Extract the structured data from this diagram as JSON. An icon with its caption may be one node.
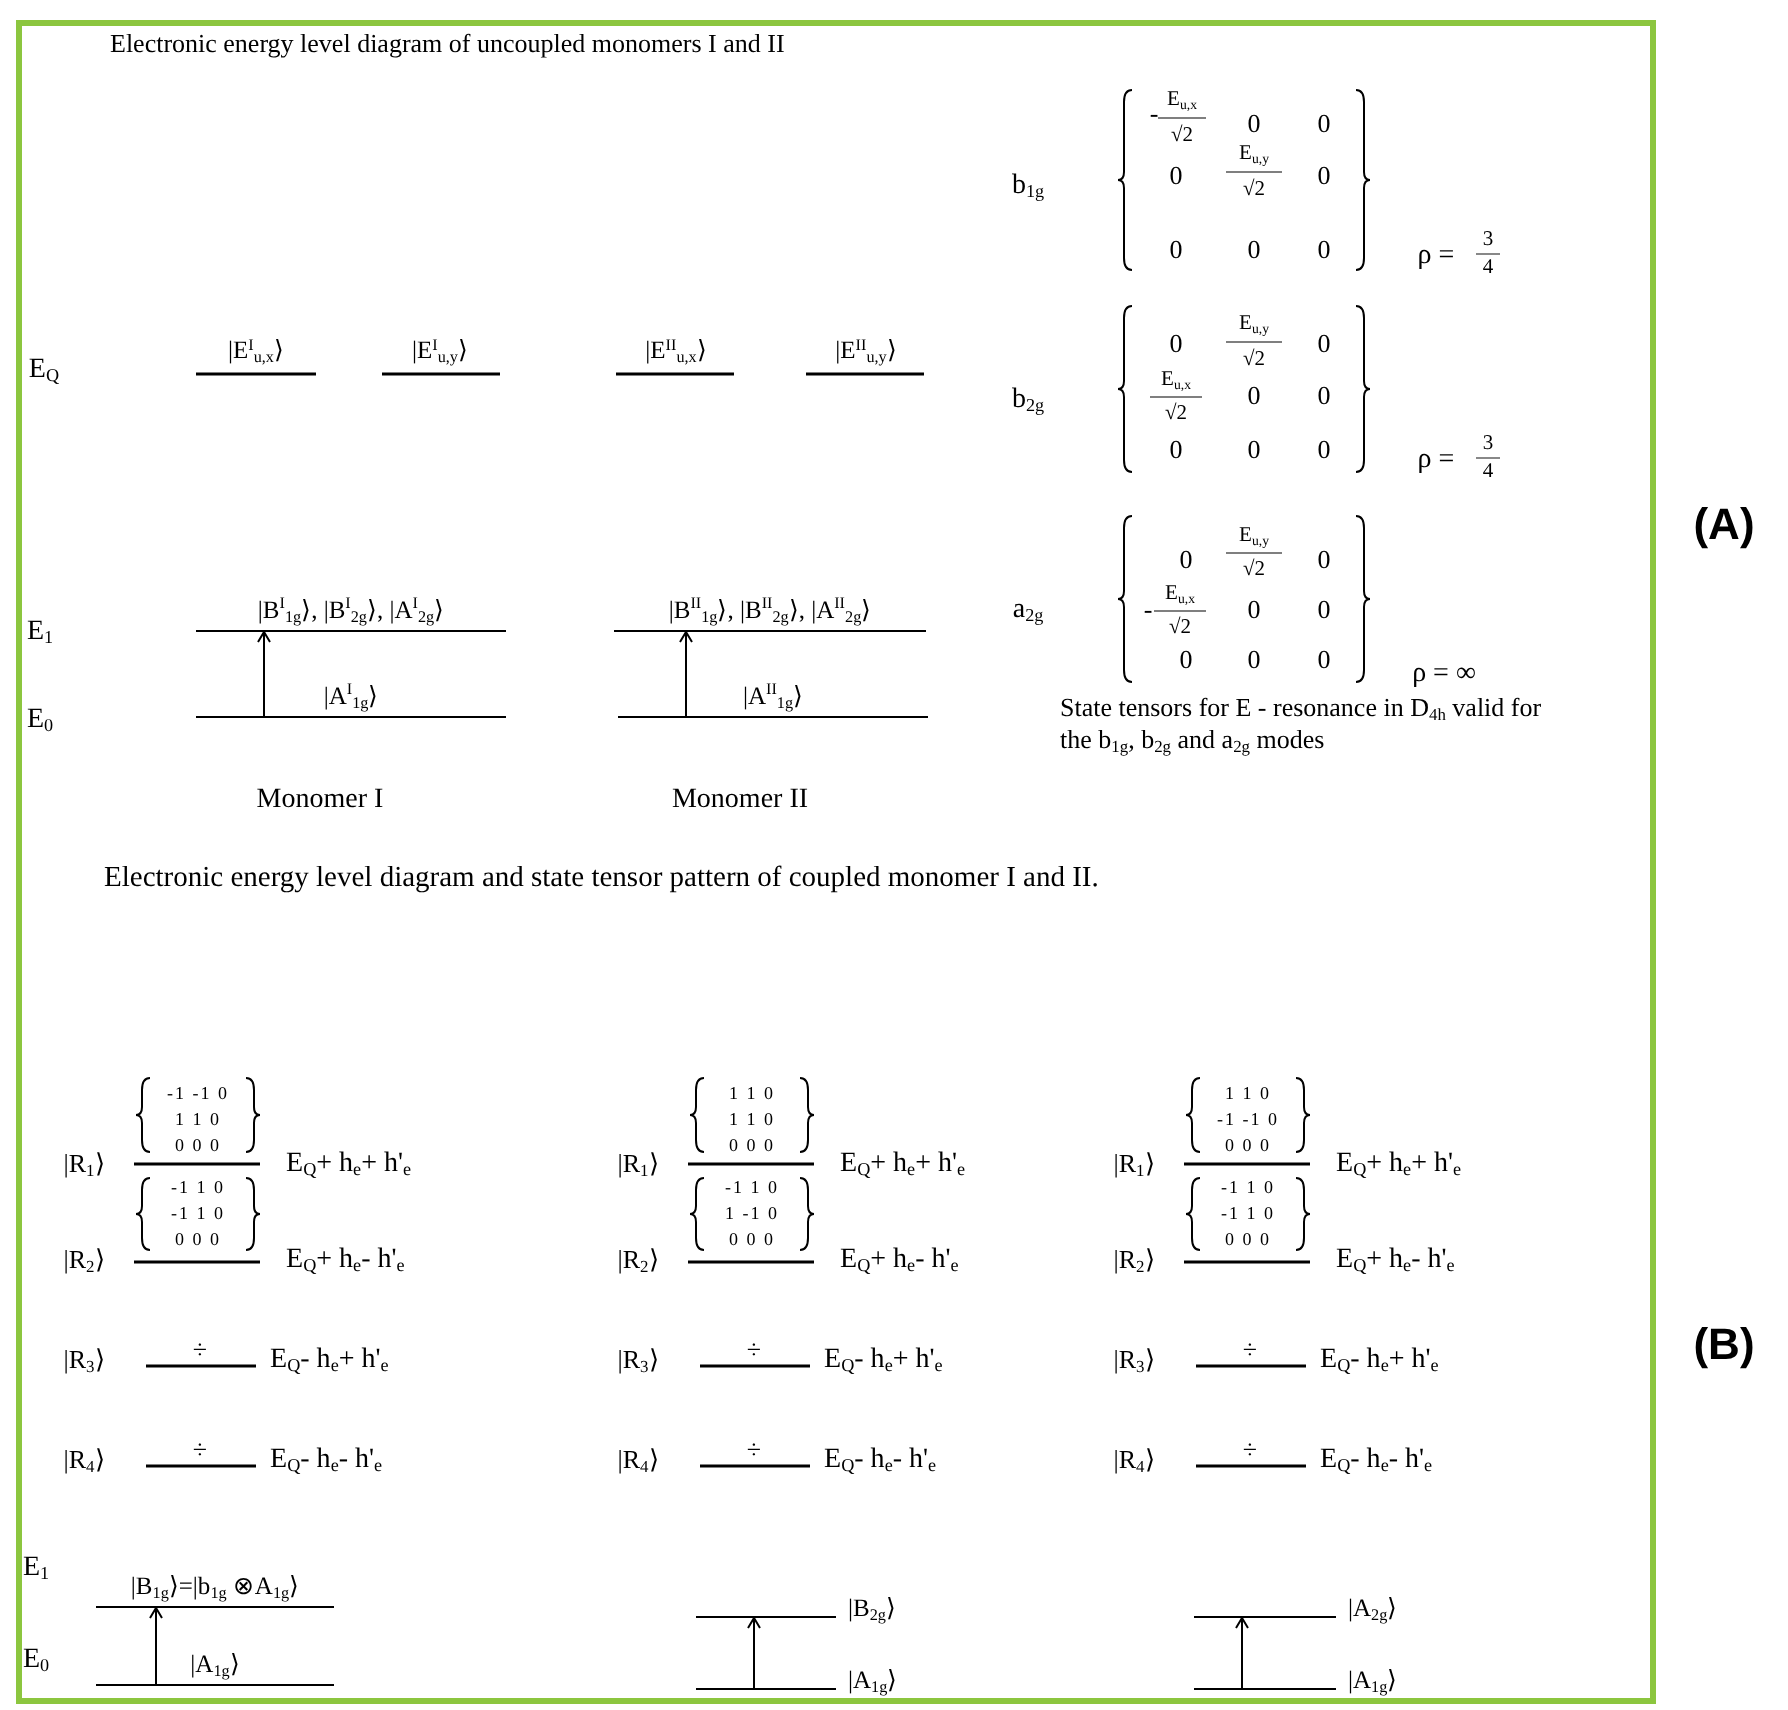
{
  "diagram": {
    "nodes": [
      {
        "text": [
          "|B$^{I}$$_{1g}$⟩, |B$^{I}$$_{2g}$⟩, |A$^{I}$$_{2g}$⟩"
        ]
      },
      {
        "text": [
          "|A$^{I}$$_{1g}$⟩"
        ]
      },
      {
        "text": [
          "|B$^{II}$$_{1g}$⟩, |B$^{II}$$_{2g}$⟩, |A$^{II}$$_{2g}$⟩"
        ]
      },
      {
        "text": [
          "|A$^{II}$$_{1g}$⟩"
        ]
      },
      {
        "text": [
          "|B$_{1g}$⟩=|b$_{1g}$ ⊗A$_{1g}$⟩"
        ]
      },
      {
        "text": [
          "|A$_{1g}$⟩"
        ]
      },
      {
        "text": [
          "|B$_{2g}$⟩"
        ]
      },
      {
        "text": [
          "|A$_{1g}$⟩"
        ]
      },
      {
        "text": [
          "|A$_{2g}$⟩"
        ]
      },
      {
        "text": [
          "|A$_{1g}$⟩"
        ]
      }
    ],
    "edges": [
      {
        "from": 1,
        "to": 0,
        "arrow": "to"
      },
      {
        "from": 3,
        "to": 2,
        "arrow": "to"
      },
      {
        "from": 5,
        "to": 4,
        "arrow": "to"
      },
      {
        "from": 7,
        "to": 6,
        "arrow": "to"
      },
      {
        "from": 9,
        "to": 8,
        "arrow": "to"
      }
    ],
    "labels": [
      "Electronic energy level diagram of uncoupled monomers I and II",
      "b$_{1g}$",
      "-",
      "E$_{u,x}$",
      "√2",
      "0",
      "0",
      "0",
      "E$_{u,y}$",
      "√2",
      "0",
      "0",
      "0",
      "0",
      "ρ =",
      "3",
      "4",
      "b$_{2g}$",
      "0",
      "E$_{u,y}$",
      "√2",
      "0",
      "E$_{u,x}$",
      "√2",
      "0",
      "0",
      "0",
      "0",
      "0",
      "ρ =",
      "3",
      "4",
      "a$_{2g}$",
      "0",
      "E$_{u,y}$",
      "√2",
      "0",
      "-",
      "E$_{u,x}$",
      "√2",
      "0",
      "0",
      "0",
      "0",
      "0",
      "ρ = ∞",
      "State tensors for E - resonance in D$_{4h}$ valid for the b$_{1g}$, b$_{2g}$ and a$_{2g}$ modes",
      "(A)",
      "E$_{Q}$",
      "|E$^{I}$$_{u,x}$⟩",
      "|E$^{I}$$_{u,y}$⟩",
      "|E$^{II}$$_{u,x}$⟩",
      "|E$^{II}$$_{u,y}$⟩",
      "E$_{1}$",
      "E$_{0}$",
      "Monomer I",
      "Monomer II",
      "Electronic energy level diagram and state tensor pattern of coupled monomer I and II.",
      "|R$_{1}$⟩",
      "-1 -1 0",
      "1 1 0",
      "0 0 0",
      "E$_{Q}$+ h$_{e}$+ h'$_{e}$",
      "|R$_{2}$⟩",
      "-1 1 0",
      "-1 1 0",
      "0 0 0",
      "E$_{Q}$+ h$_{e}$- h'$_{e}$",
      "|R$_{3}$⟩",
      "÷",
      "E$_{Q}$- h$_{e}$+ h'$_{e}$",
      "|R$_{4}$⟩",
      "÷",
      "E$_{Q}$- h$_{e}$- h'$_{e}$",
      "|R$_{1}$⟩",
      "1 1 0",
      "1 1 0",
      "0 0 0",
      "E$_{Q}$+ h$_{e}$+ h'$_{e}$",
      "|R$_{2}$⟩",
      "-1 1 0",
      "1 -1 0",
      "0 0 0",
      "E$_{Q}$+ h$_{e}$- h'$_{e}$",
      "|R$_{3}$⟩",
      "÷",
      "E$_{Q}$- h$_{e}$+ h'$_{e}$",
      "|R$_{4}$⟩",
      "÷",
      "E$_{Q}$- h$_{e}$- h'$_{e}$",
      "|R$_{1}$⟩",
      "1 1 0",
      "-1 -1 0",
      "0 0 0",
      "E$_{Q}$+ h$_{e}$+ h'$_{e}$",
      "|R$_{2}$⟩",
      "-1 1 0",
      "-1 1 0",
      "0 0 0",
      "E$_{Q}$+ h$_{e}$- h'$_{e}$",
      "|R$_{3}$⟩",
      "÷",
      "E$_{Q}$- h$_{e}$+ h'$_{e}$",
      "|R$_{4}$⟩",
      "÷",
      "E$_{Q}$- h$_{e}$- h'$_{e}$",
      "(B)",
      "E$_{1}$",
      "E$_{0}$"
    ]
  }
}
